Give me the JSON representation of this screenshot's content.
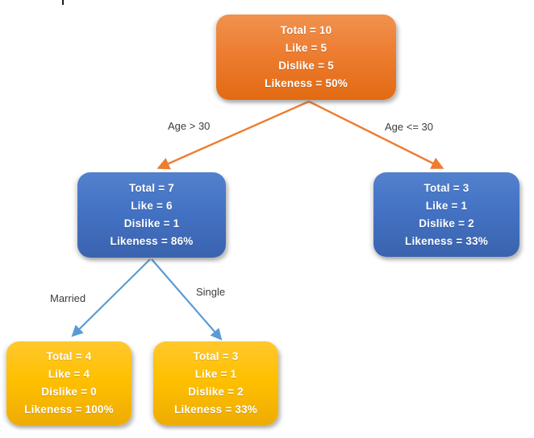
{
  "diagram": {
    "type": "decision-tree",
    "nodes": [
      {
        "id": "root",
        "color": "#ED7D31",
        "lines": [
          "Total = 10",
          "Like = 5",
          "Dislike = 5",
          "Likeness = 50%"
        ]
      },
      {
        "id": "age-gt-30",
        "color": "#4472C4",
        "lines": [
          "Total = 7",
          "Like = 6",
          "Dislike = 1",
          "Likeness = 86%"
        ]
      },
      {
        "id": "age-le-30",
        "color": "#4472C4",
        "lines": [
          "Total = 3",
          "Like = 1",
          "Dislike = 2",
          "Likeness = 33%"
        ]
      },
      {
        "id": "married",
        "color": "#FFC000",
        "lines": [
          "Total = 4",
          "Like = 4",
          "Dislike = 0",
          "Likeness = 100%"
        ]
      },
      {
        "id": "single",
        "color": "#FFC000",
        "lines": [
          "Total = 3",
          "Like = 1",
          "Dislike = 2",
          "Likeness = 33%"
        ]
      }
    ],
    "edges": [
      {
        "from": "root",
        "to": "age-gt-30",
        "label": "Age > 30",
        "color": "#ED7D31"
      },
      {
        "from": "root",
        "to": "age-le-30",
        "label": "Age <= 30",
        "color": "#ED7D31"
      },
      {
        "from": "age-gt-30",
        "to": "married",
        "label": "Married",
        "color": "#5B9BD5"
      },
      {
        "from": "age-gt-30",
        "to": "single",
        "label": "Single",
        "color": "#5B9BD5"
      }
    ],
    "label_text_color": "#3C3C3C"
  }
}
